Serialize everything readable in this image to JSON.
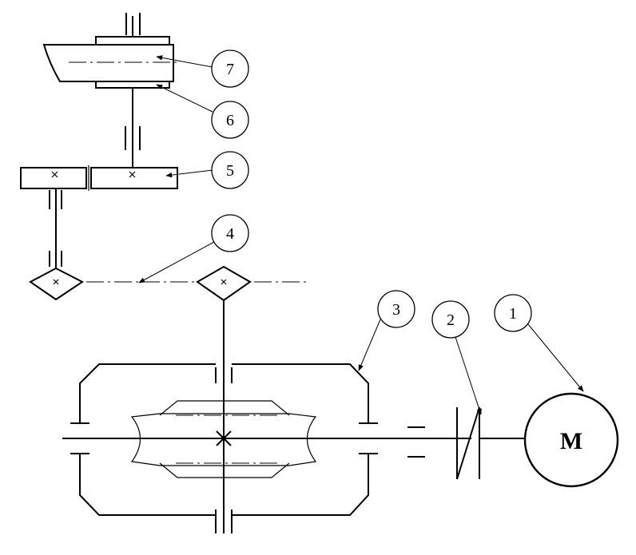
{
  "callouts": [
    {
      "id": "1",
      "label": "1"
    },
    {
      "id": "2",
      "label": "2"
    },
    {
      "id": "3",
      "label": "3"
    },
    {
      "id": "4",
      "label": "4"
    },
    {
      "id": "5",
      "label": "5"
    },
    {
      "id": "6",
      "label": "6"
    },
    {
      "id": "7",
      "label": "7"
    }
  ],
  "motor": {
    "label": "M"
  }
}
